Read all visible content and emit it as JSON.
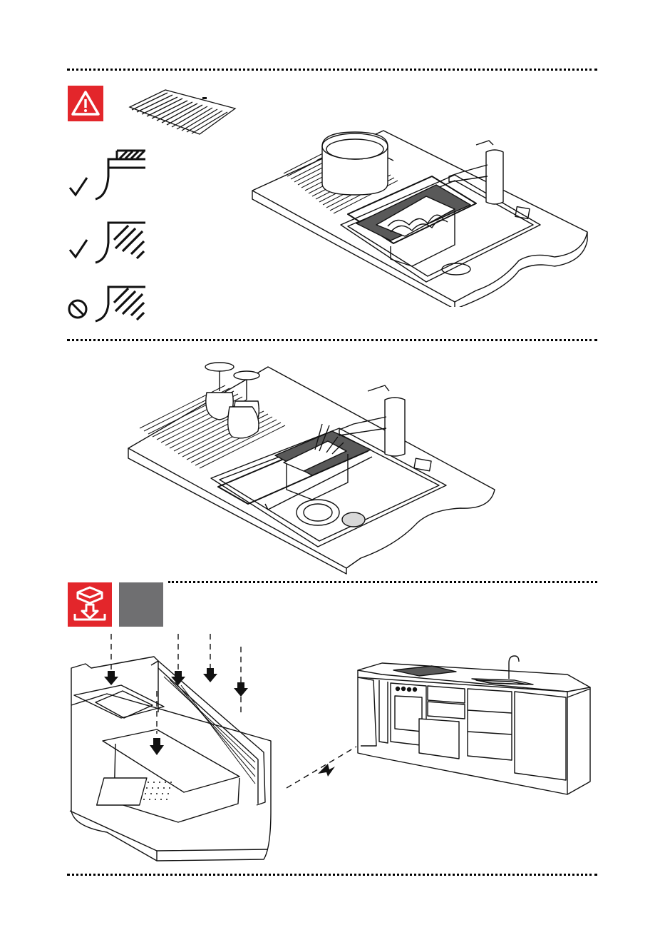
{
  "colors": {
    "warning_red": "#e3262b",
    "gray_box": "#6f6f71",
    "line": "#111111",
    "tray_fill": "#595959"
  },
  "icons": {
    "warning": "warning-triangle-icon",
    "check": "check-icon",
    "prohibited": "prohibited-icon",
    "unpack": "unpack-box-icon"
  },
  "sections": [
    {
      "name": "roll-mat-usage",
      "symbols": [
        "check",
        "check",
        "prohibited"
      ]
    },
    {
      "name": "sink-with-accessories"
    },
    {
      "name": "storage-and-installation"
    }
  ]
}
